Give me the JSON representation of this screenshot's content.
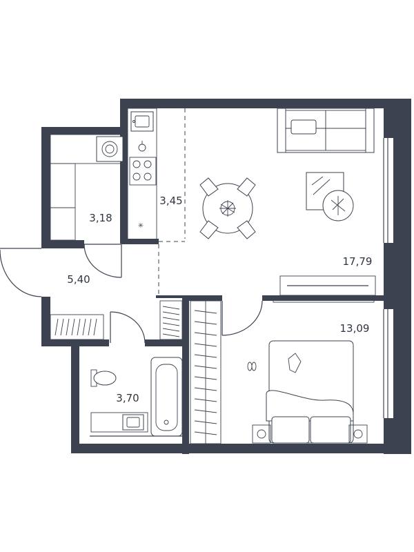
{
  "rooms": {
    "kitchen": {
      "area": "3,45"
    },
    "storage": {
      "area": "3,18"
    },
    "hall": {
      "area": "5,40"
    },
    "bathroom": {
      "area": "3,70"
    },
    "living": {
      "area": "17,79"
    },
    "bedroom": {
      "area": "13,09"
    }
  },
  "colors": {
    "wall": "#3c4250",
    "background": "#ffffff"
  },
  "icons": [
    "sink-icon",
    "washing-machine-icon",
    "stove-icon",
    "toilet-icon",
    "bathtub-icon",
    "sofa-icon",
    "bed-icon",
    "dining-table-icon",
    "tv-icon",
    "armchair-icon",
    "wardrobe-icon",
    "plant-icon"
  ]
}
